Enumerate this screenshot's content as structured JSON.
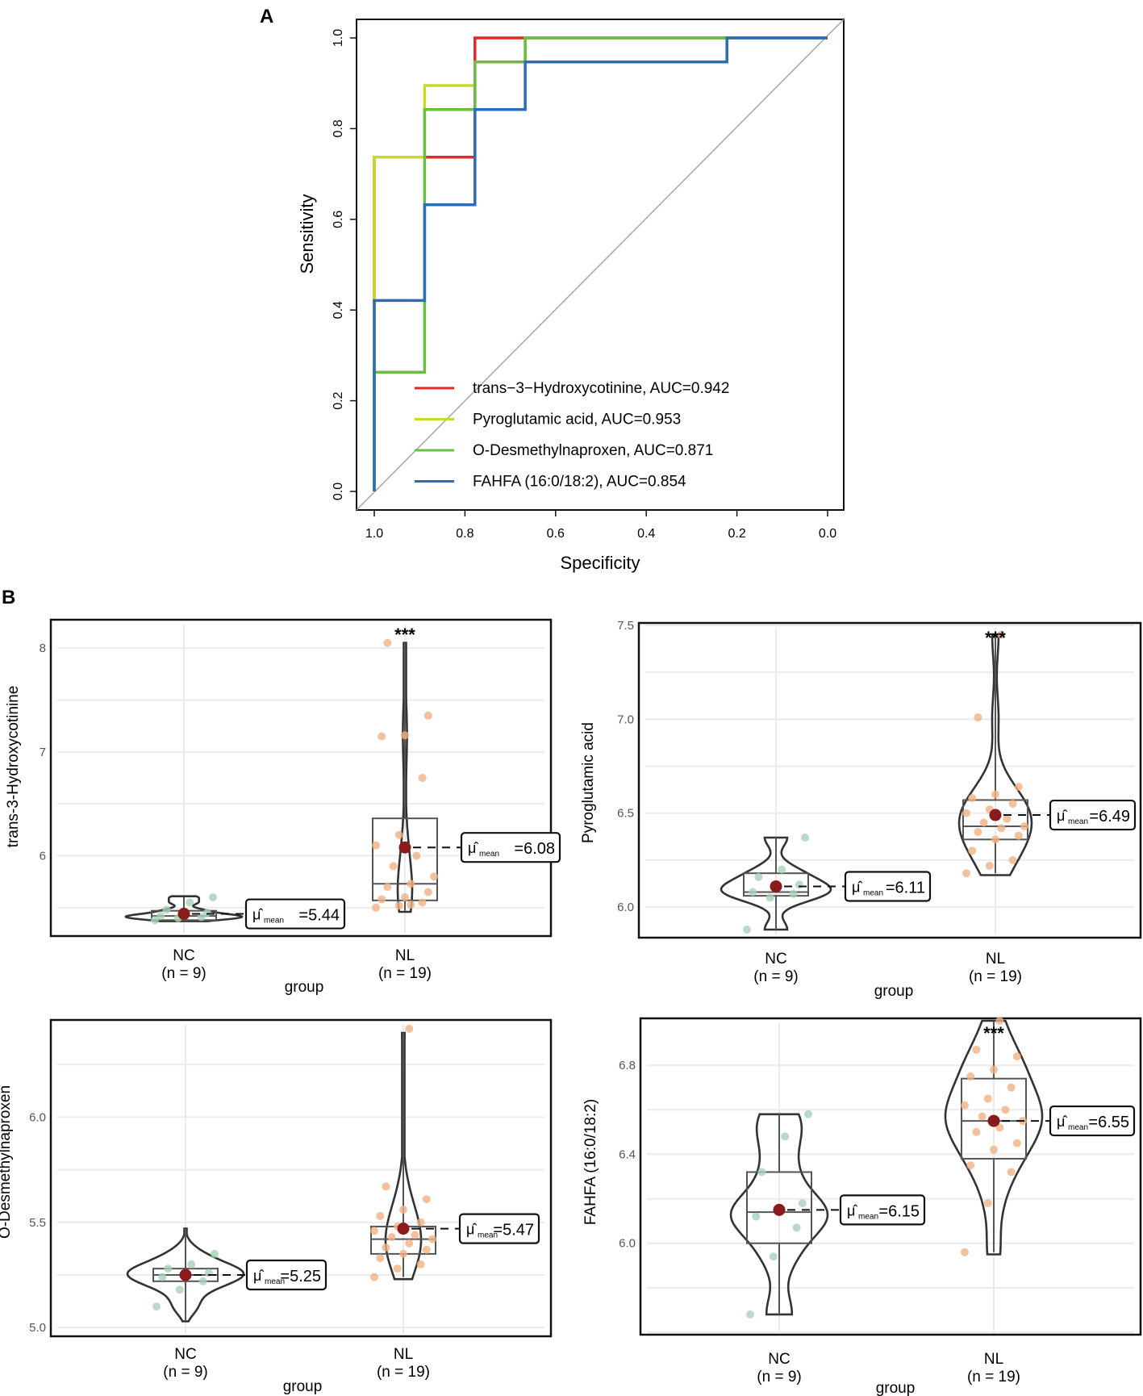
{
  "panels": {
    "a_label": "A",
    "b_label": "B"
  },
  "chart_data": [
    {
      "type": "line",
      "subtype": "roc",
      "panel": "A",
      "xlabel": "Specificity",
      "ylabel": "Sensitivity",
      "xlim": [
        1.0,
        0.0
      ],
      "ylim": [
        0.0,
        1.0
      ],
      "x_reversed": true,
      "x_ticks": [
        "1.0",
        "0.8",
        "0.6",
        "0.4",
        "0.2",
        "0.0"
      ],
      "y_ticks": [
        "0.0",
        "0.2",
        "0.4",
        "0.6",
        "0.8",
        "1.0"
      ],
      "x_tick_values": [
        1.0,
        0.8,
        0.6,
        0.4,
        0.2,
        0.0
      ],
      "y_tick_values": [
        0.0,
        0.2,
        0.4,
        0.6,
        0.8,
        1.0
      ],
      "reference_line": true,
      "legend_position": "bottom-right",
      "series": [
        {
          "name": "trans−3−Hydroxycotinine, AUC=0.942",
          "color": "#e3262a",
          "points": [
            [
              1.0,
              0.0
            ],
            [
              1.0,
              0.737
            ],
            [
              0.889,
              0.737
            ],
            [
              0.889,
              0.737
            ],
            [
              0.778,
              0.737
            ],
            [
              0.778,
              1.0
            ],
            [
              0.0,
              1.0
            ]
          ]
        },
        {
          "name": "Pyroglutamic acid, AUC=0.953",
          "color": "#c8d92c",
          "points": [
            [
              1.0,
              0.0
            ],
            [
              1.0,
              0.737
            ],
            [
              0.889,
              0.737
            ],
            [
              0.889,
              0.895
            ],
            [
              0.778,
              0.895
            ],
            [
              0.778,
              0.947
            ],
            [
              0.667,
              0.947
            ],
            [
              0.667,
              1.0
            ],
            [
              0.0,
              1.0
            ]
          ]
        },
        {
          "name": "O-Desmethylnaproxen, AUC=0.871",
          "color": "#6bbd45",
          "points": [
            [
              1.0,
              0.0
            ],
            [
              1.0,
              0.263
            ],
            [
              0.889,
              0.263
            ],
            [
              0.889,
              0.842
            ],
            [
              0.778,
              0.842
            ],
            [
              0.778,
              0.947
            ],
            [
              0.667,
              0.947
            ],
            [
              0.667,
              1.0
            ],
            [
              0.0,
              1.0
            ]
          ]
        },
        {
          "name": "FAHFA (16:0/18:2), AUC=0.854",
          "color": "#2c6db8",
          "points": [
            [
              1.0,
              0.0
            ],
            [
              1.0,
              0.421
            ],
            [
              0.889,
              0.421
            ],
            [
              0.889,
              0.632
            ],
            [
              0.778,
              0.632
            ],
            [
              0.778,
              0.842
            ],
            [
              0.667,
              0.842
            ],
            [
              0.667,
              0.947
            ],
            [
              0.222,
              0.947
            ],
            [
              0.222,
              1.0
            ],
            [
              0.0,
              1.0
            ]
          ]
        }
      ]
    },
    {
      "type": "violin-box",
      "panel": "B1",
      "ylabel": "trans-3-Hydroxycotinine",
      "xlabel": "group",
      "ylim": [
        5.25,
        8.25
      ],
      "y_ticks": [
        "6",
        "7",
        "8"
      ],
      "y_tick_values": [
        6,
        7,
        8
      ],
      "categories": [
        "NC\n(n = 9)",
        "NL\n(n = 19)"
      ],
      "significance": [
        "",
        "***"
      ],
      "groups": [
        {
          "name": "NC",
          "n_label": "(n = 9)",
          "mean": 5.44,
          "mean_label": "5.44",
          "q1": 5.38,
          "median": 5.42,
          "q3": 5.47,
          "whisker_low": 5.38,
          "whisker_high": 5.6,
          "violin_range": [
            5.37,
            5.61
          ],
          "points": [
            5.38,
            5.4,
            5.41,
            5.42,
            5.42,
            5.45,
            5.48,
            5.55,
            5.6
          ]
        },
        {
          "name": "NL",
          "n_label": "(n = 19)",
          "mean": 6.08,
          "mean_label": "6.08",
          "q1": 5.57,
          "median": 5.73,
          "q3": 6.36,
          "whisker_low": 5.47,
          "whisker_high": 8.05,
          "violin_range": [
            5.46,
            8.05
          ],
          "points": [
            5.5,
            5.52,
            5.55,
            5.58,
            5.6,
            5.65,
            5.7,
            5.73,
            5.8,
            5.9,
            6.0,
            6.1,
            6.2,
            6.75,
            7.15,
            7.16,
            7.35,
            8.05,
            5.53
          ]
        }
      ],
      "mean_label_prefix": "μ̂",
      "mean_label_sub": "mean"
    },
    {
      "type": "violin-box",
      "panel": "B2",
      "ylabel": "Pyroglutamic acid",
      "xlabel": "group",
      "ylim": [
        5.85,
        7.5
      ],
      "y_ticks": [
        "6.0",
        "6.5",
        "7.0",
        "7.5"
      ],
      "y_tick_values": [
        6.0,
        6.5,
        7.0,
        7.5
      ],
      "categories": [
        "NC\n(n = 9)",
        "NL\n(n = 19)"
      ],
      "significance": [
        "",
        "***"
      ],
      "groups": [
        {
          "name": "NC",
          "n_label": "(n = 9)",
          "mean": 6.11,
          "mean_label": "6.11",
          "q1": 6.06,
          "median": 6.08,
          "q3": 6.18,
          "whisker_low": 5.88,
          "whisker_high": 6.37,
          "violin_range": [
            5.88,
            6.37
          ],
          "points": [
            5.88,
            6.05,
            6.07,
            6.08,
            6.1,
            6.12,
            6.16,
            6.2,
            6.37
          ]
        },
        {
          "name": "NL",
          "n_label": "(n = 19)",
          "mean": 6.49,
          "mean_label": "6.49",
          "q1": 6.36,
          "median": 6.43,
          "q3": 6.57,
          "whisker_low": 6.18,
          "whisker_high": 7.45,
          "violin_range": [
            6.17,
            7.45
          ],
          "points": [
            6.18,
            6.22,
            6.25,
            6.3,
            6.36,
            6.38,
            6.4,
            6.42,
            6.43,
            6.45,
            6.47,
            6.5,
            6.52,
            6.55,
            6.58,
            6.6,
            6.64,
            7.01,
            7.45
          ]
        }
      ],
      "mean_label_prefix": "μ̂",
      "mean_label_sub": "mean"
    },
    {
      "type": "violin-box",
      "panel": "B3",
      "ylabel": "O-Desmethylnaproxen",
      "xlabel": "group",
      "ylim": [
        4.97,
        6.45
      ],
      "y_ticks": [
        "5.0",
        "5.5",
        "6.0"
      ],
      "y_tick_values": [
        5.0,
        5.5,
        6.0
      ],
      "categories": [
        "NC\n(n = 9)",
        "NL\n(n = 19)"
      ],
      "significance": [
        "",
        ""
      ],
      "groups": [
        {
          "name": "NC",
          "n_label": "(n = 9)",
          "mean": 5.25,
          "mean_label": "5.25",
          "q1": 5.22,
          "median": 5.25,
          "q3": 5.28,
          "whisker_low": 5.03,
          "whisker_high": 5.47,
          "violin_range": [
            5.03,
            5.47
          ],
          "points": [
            5.1,
            5.18,
            5.22,
            5.24,
            5.25,
            5.26,
            5.28,
            5.3,
            5.35
          ]
        },
        {
          "name": "NL",
          "n_label": "(n = 19)",
          "mean": 5.47,
          "mean_label": "5.47",
          "q1": 5.35,
          "median": 5.42,
          "q3": 5.48,
          "whisker_low": 5.24,
          "whisker_high": 6.4,
          "violin_range": [
            5.23,
            6.4
          ],
          "points": [
            5.24,
            5.28,
            5.3,
            5.33,
            5.35,
            5.37,
            5.38,
            5.4,
            5.42,
            5.43,
            5.44,
            5.46,
            5.48,
            5.5,
            5.53,
            5.56,
            5.61,
            5.67,
            6.42
          ]
        }
      ],
      "mean_label_prefix": "μ̂",
      "mean_label_sub": "mean"
    },
    {
      "type": "violin-box",
      "panel": "B4",
      "ylabel": "FAHFA (16:0/18:2)",
      "xlabel": "group",
      "ylim": [
        5.6,
        7.0
      ],
      "y_ticks": [
        "6.0",
        "6.4",
        "6.8"
      ],
      "y_tick_values": [
        6.0,
        6.4,
        6.8
      ],
      "categories": [
        "NC\n(n = 9)",
        "NL\n(n = 19)"
      ],
      "significance": [
        "",
        "***"
      ],
      "groups": [
        {
          "name": "NC",
          "n_label": "(n = 9)",
          "mean": 6.15,
          "mean_label": "6.15",
          "q1": 6.0,
          "median": 6.14,
          "q3": 6.32,
          "whisker_low": 5.68,
          "whisker_high": 6.58,
          "violin_range": [
            5.68,
            6.58
          ],
          "points": [
            5.68,
            5.94,
            6.07,
            6.12,
            6.14,
            6.18,
            6.32,
            6.48,
            6.58
          ]
        },
        {
          "name": "NL",
          "n_label": "(n = 19)",
          "mean": 6.55,
          "mean_label": "6.55",
          "q1": 6.38,
          "median": 6.55,
          "q3": 6.74,
          "whisker_low": 5.96,
          "whisker_high": 7.0,
          "violin_range": [
            5.95,
            7.0
          ],
          "points": [
            5.96,
            6.18,
            6.32,
            6.35,
            6.42,
            6.45,
            6.5,
            6.52,
            6.55,
            6.57,
            6.6,
            6.62,
            6.65,
            6.7,
            6.75,
            6.78,
            6.84,
            6.87,
            7.0
          ]
        }
      ],
      "mean_label_prefix": "μ̂",
      "mean_label_sub": "mean"
    }
  ],
  "colors": {
    "nc_points": "#a8d2b8",
    "nl_points": "#f0b183",
    "mean_dot": "#8b1a1a",
    "grid": "#ebebeb",
    "violin": "#333333",
    "reference": "#a6a6a6"
  }
}
